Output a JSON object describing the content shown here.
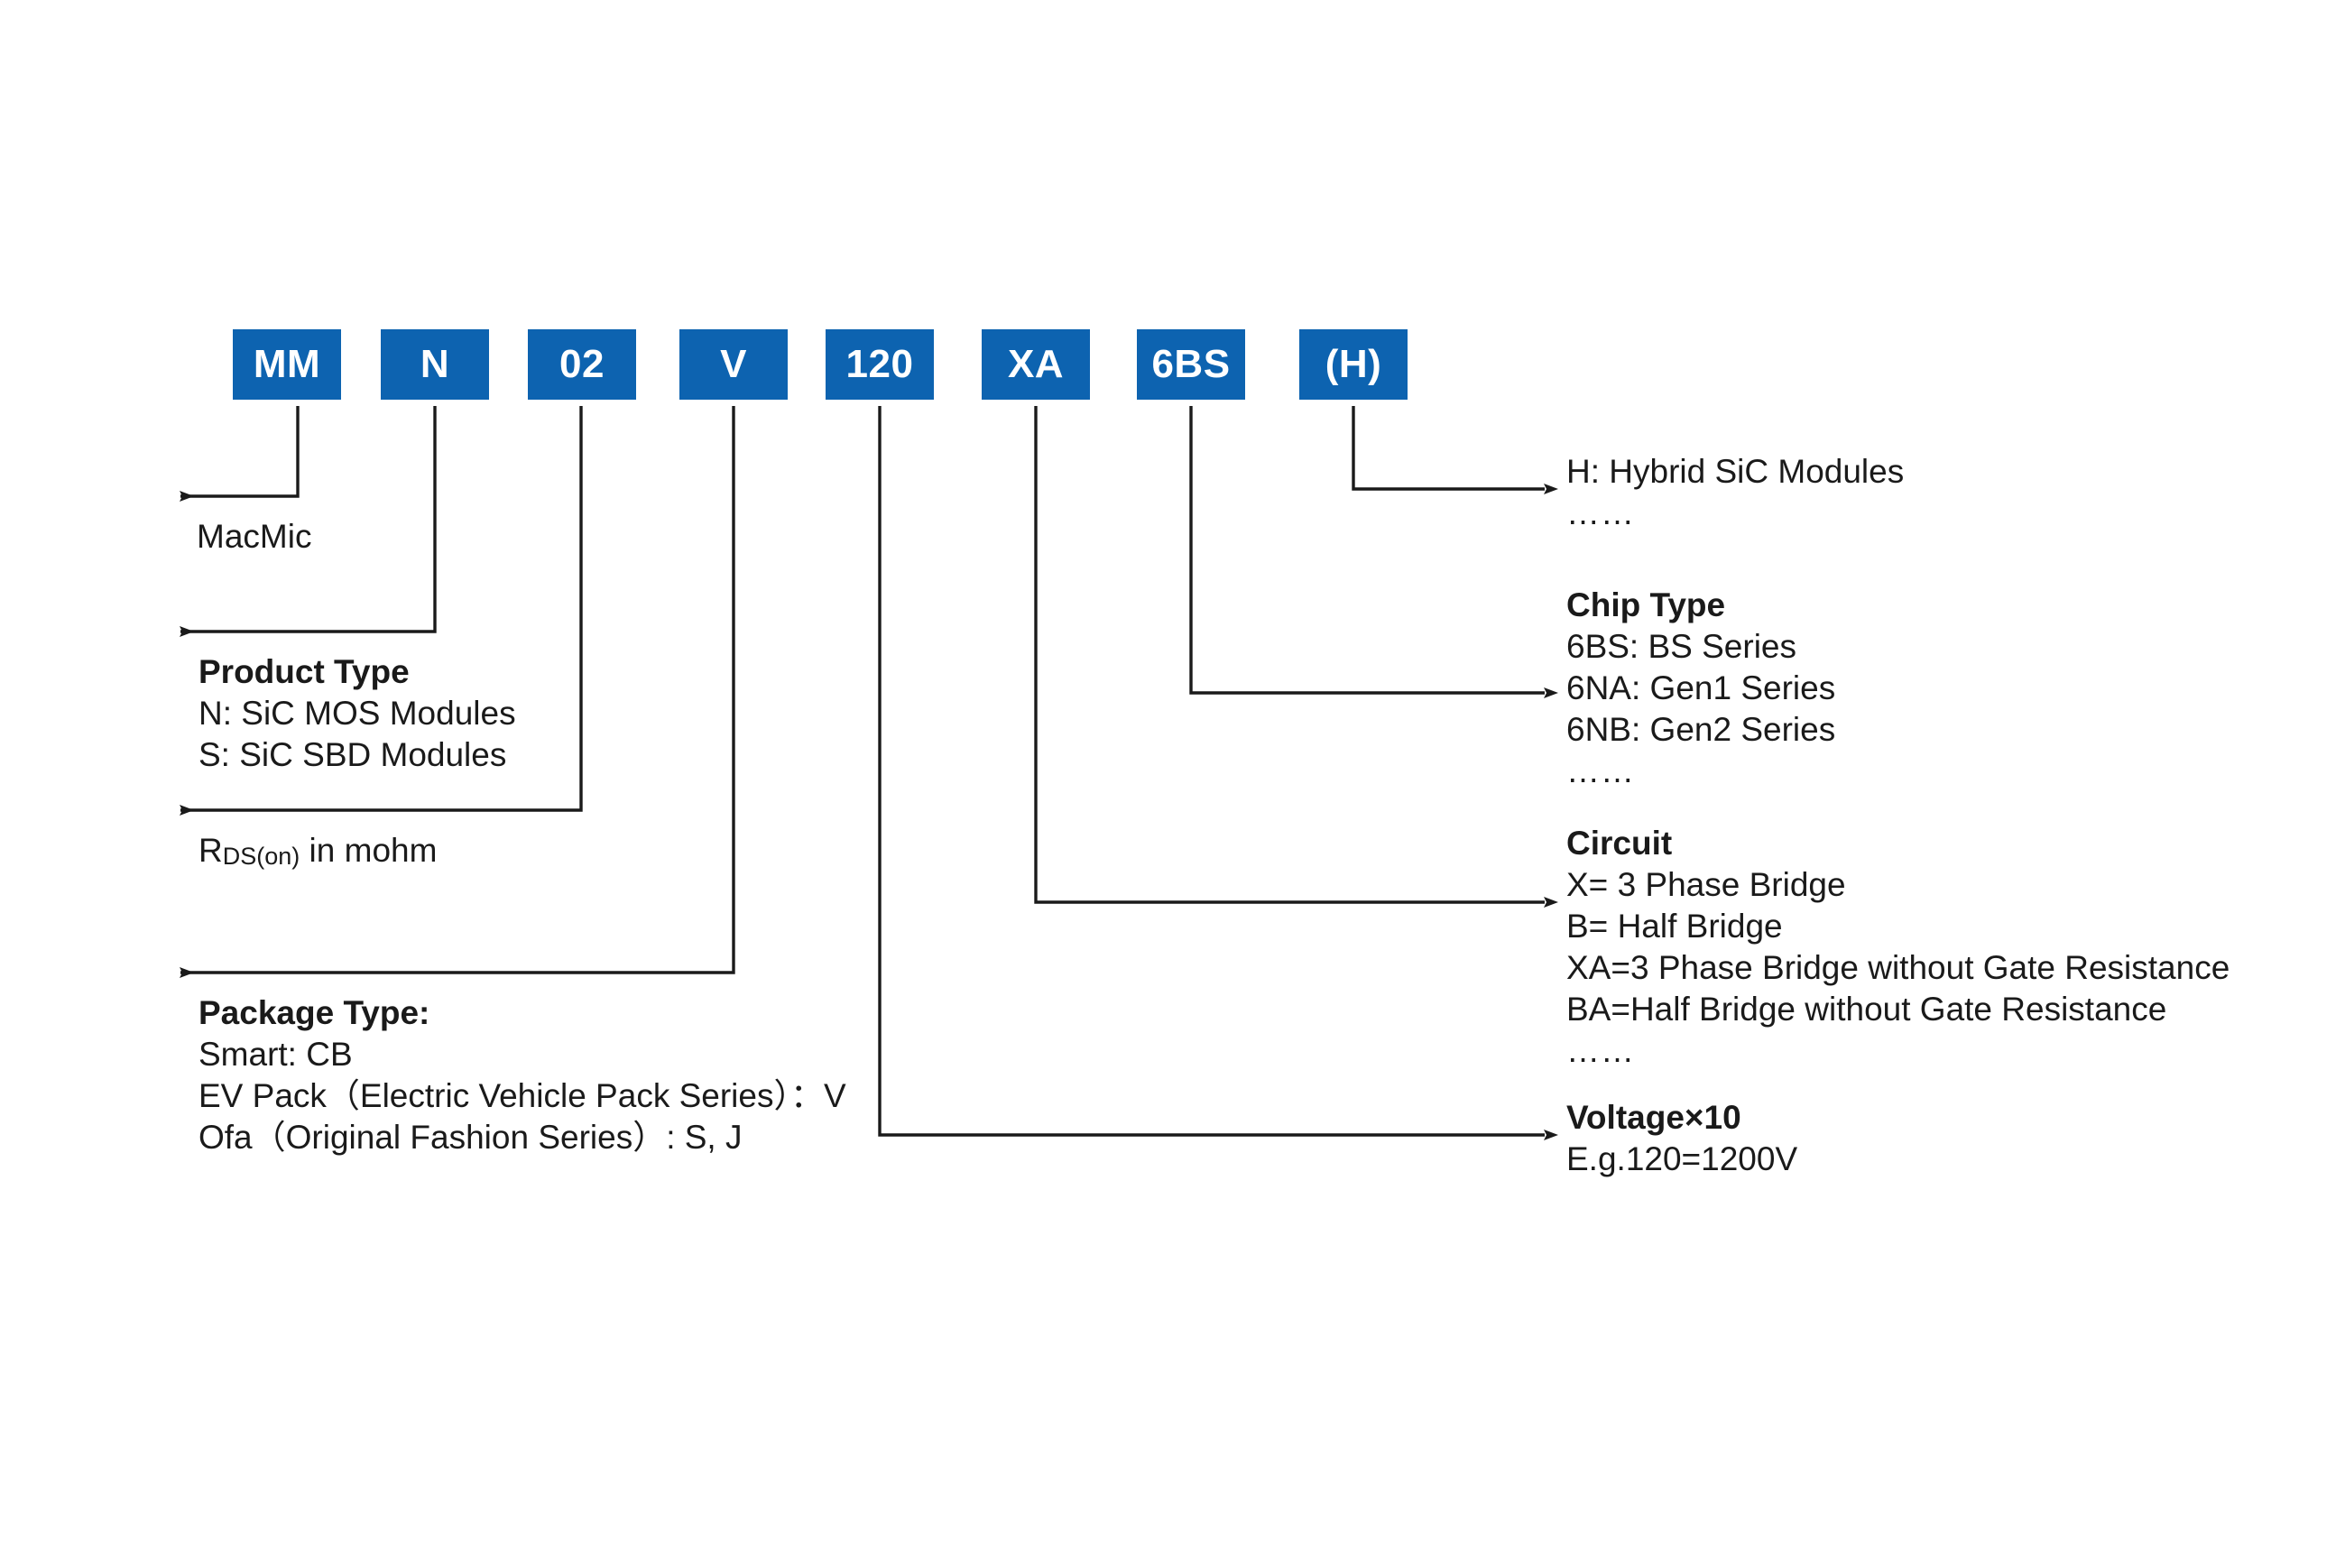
{
  "part_number": {
    "segments": [
      {
        "label": "MM",
        "name": "segment-mm"
      },
      {
        "label": "N",
        "name": "segment-n"
      },
      {
        "label": "02",
        "name": "segment-02"
      },
      {
        "label": "V",
        "name": "segment-v"
      },
      {
        "label": "120",
        "name": "segment-120"
      },
      {
        "label": "XA",
        "name": "segment-xa"
      },
      {
        "label": "6BS",
        "name": "segment-6bs"
      },
      {
        "label": "(H)",
        "name": "segment-h"
      }
    ]
  },
  "colors": {
    "box_blue": "#0D63B0",
    "text_black": "#1A1A1A",
    "background": "#FFFFFF"
  },
  "annotations": {
    "brand": {
      "line1": "MacMic"
    },
    "product_type": {
      "heading": "Product Type",
      "line1": "N: SiC MOS Modules",
      "line2": "S: SiC SBD Modules"
    },
    "rds_on": {
      "prefix": "R",
      "subscript": "DS(on)",
      "suffix": " in mohm"
    },
    "package_type": {
      "heading": "Package Type:",
      "line1": "Smart: CB",
      "line2": "EV Pack（Electric Vehicle Pack Series）：V",
      "line3": "Ofa（Original Fashion Series）: S, J"
    },
    "hybrid": {
      "line1": "H: Hybrid SiC Modules",
      "dots": "……"
    },
    "chip_type": {
      "heading": "Chip Type",
      "line1": "6BS: BS Series",
      "line2": "6NA: Gen1 Series",
      "line3": "6NB: Gen2 Series",
      "dots": "……"
    },
    "circuit": {
      "heading": "Circuit",
      "line1": "X= 3 Phase Bridge",
      "line2": "B= Half Bridge",
      "line3": "XA=3 Phase Bridge without Gate Resistance",
      "line4": "BA=Half Bridge without Gate Resistance",
      "dots": "……"
    },
    "voltage": {
      "heading": "Voltage×10",
      "line1": "E.g.120=1200V"
    }
  }
}
